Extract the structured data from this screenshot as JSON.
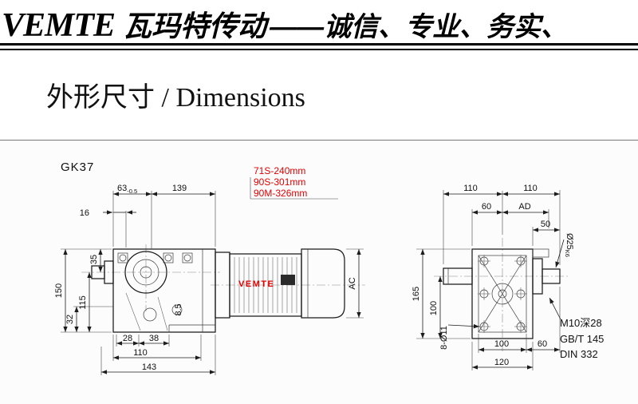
{
  "header": {
    "brand": "VEMTE",
    "brand_cn": "瓦玛特传动",
    "slogan": "——诚信、专业、务实、"
  },
  "section_title": "外形尺寸 / Dimensions",
  "drawing": {
    "model": "GK37",
    "motor_length_options": [
      "71S-240mm",
      "90S-301mm",
      "90M-326mm"
    ],
    "motor_brand_label": "VEMTE",
    "side_view": {
      "d63": "63",
      "d63_tol": "-0.5",
      "d139": "139",
      "d16": "16",
      "d35": "35",
      "d115": "115",
      "d150": "150",
      "d32": "32",
      "d8_5": "8.5",
      "d28": "28",
      "d38": "38",
      "d110": "110",
      "d143": "143",
      "dAC": "AC"
    },
    "end_view": {
      "d110a": "110",
      "d110b": "110",
      "d60top": "60",
      "dAD": "AD",
      "d50": "50",
      "d25": "Ø25",
      "d25tol": "K6",
      "d165": "165",
      "d100left": "100",
      "d100bot": "100",
      "d60bot": "60",
      "d120": "120",
      "dholes": "8-Ø11",
      "note1": "M10深28",
      "note2": "GB/T 145",
      "note3": "DIN 332"
    }
  },
  "colors": {
    "annotation_red": "#e60000",
    "line": "#1a1a1a"
  }
}
